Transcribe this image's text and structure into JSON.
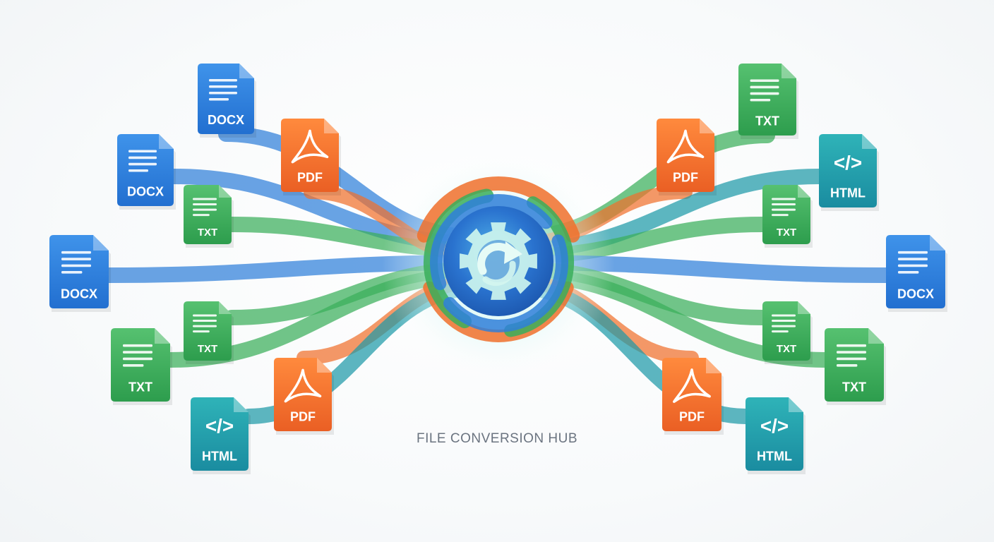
{
  "caption": "FILE CONVERSION HUB",
  "colors": {
    "docx": "#2f7fd9",
    "txt": "#3aae5a",
    "pdf": "#f0702c",
    "html": "#1f9aa8",
    "hub_core": "#2a6fc9",
    "glow": "#bdf0f4"
  },
  "hub": {
    "icon": "gear-convert-icon"
  },
  "left_files": [
    {
      "type": "docx",
      "label": "DOCX"
    },
    {
      "type": "docx",
      "label": "DOCX"
    },
    {
      "type": "txt",
      "label": "TXT"
    },
    {
      "type": "pdf",
      "label": "PDF"
    },
    {
      "type": "docx",
      "label": "DOCX"
    },
    {
      "type": "txt",
      "label": "TXT"
    },
    {
      "type": "txt",
      "label": "TXT"
    },
    {
      "type": "pdf",
      "label": "PDF"
    },
    {
      "type": "html",
      "label": "HTML"
    }
  ],
  "right_files": [
    {
      "type": "txt",
      "label": "TXT"
    },
    {
      "type": "pdf",
      "label": "PDF"
    },
    {
      "type": "html",
      "label": "HTML"
    },
    {
      "type": "txt",
      "label": "TXT"
    },
    {
      "type": "docx",
      "label": "DOCX"
    },
    {
      "type": "txt",
      "label": "TXT"
    },
    {
      "type": "txt",
      "label": "TXT"
    },
    {
      "type": "pdf",
      "label": "PDF"
    },
    {
      "type": "html",
      "label": "HTML"
    }
  ]
}
